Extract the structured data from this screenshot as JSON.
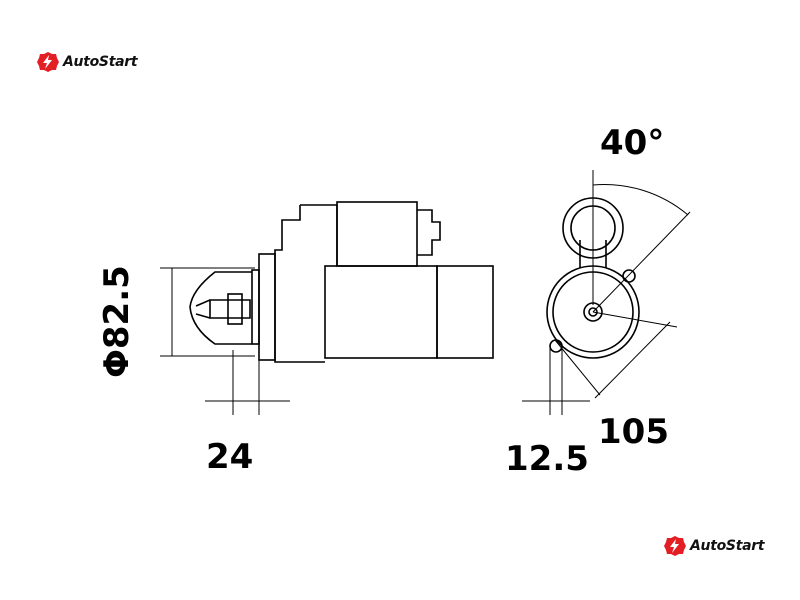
{
  "brand": {
    "name": "AutoStart",
    "color": "#e31e24"
  },
  "dimensions": {
    "diameter": "Φ82.5",
    "angle": "40°",
    "length_24": "24",
    "offset": "12.5",
    "width_105": "105"
  }
}
